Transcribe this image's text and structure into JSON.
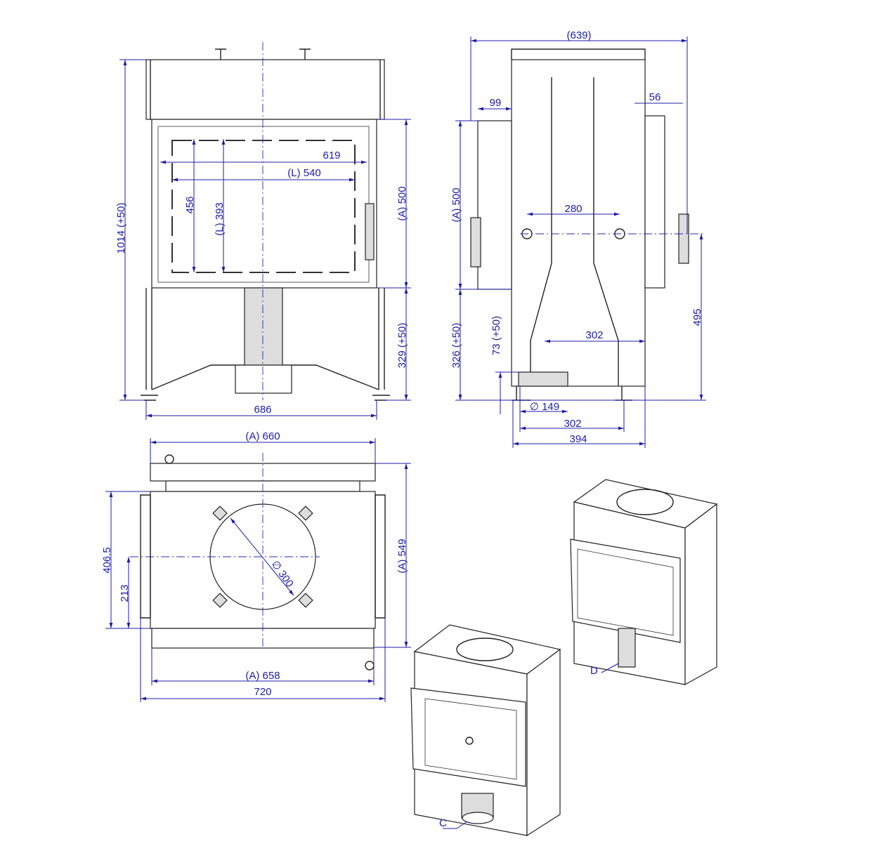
{
  "colors": {
    "dimension": "#1c1ca8",
    "outline": "#222222"
  },
  "front_view": {
    "height_total": "1014 (+50)",
    "width_total": "686",
    "glass_width": "619",
    "opening_width": "(L) 540",
    "glass_height": "456",
    "opening_height": "(L) 393",
    "door_height": "(A) 500",
    "base_height": "329 (+50)"
  },
  "side_view": {
    "depth_total": "(639)",
    "left_offset": "99",
    "right_offset": "56",
    "connector_spacing": "280",
    "flue_offset": "302",
    "connector_height": "495",
    "door_height": "(A) 500",
    "base_height": "326 (+50)",
    "air_inlet_height": "73 (+50)",
    "air_inlet_diameter": "∅ 149",
    "air_inlet_offset": "302",
    "base_depth": "394"
  },
  "top_view": {
    "front_width": "(A) 660",
    "depth_rear": "406.5",
    "depth_center": "213",
    "flue_diameter": "∅ 300",
    "depth_total": "(A) 549",
    "inner_width": "(A) 658",
    "width_total": "720"
  },
  "iso_views": {
    "label_c": "C",
    "label_d": "D"
  }
}
